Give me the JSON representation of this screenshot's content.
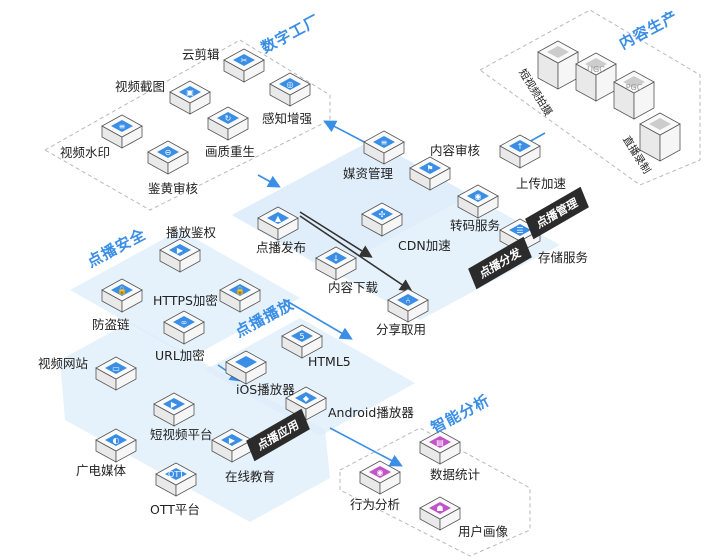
{
  "zones": {
    "digital_factory": "数字工厂",
    "content_production": "内容生产",
    "vod_security": "点播安全",
    "vod_playback": "点播播放",
    "smart_analytics": "智能分析"
  },
  "tags": {
    "vod_management": "点播管理",
    "vod_distribution": "点播分发",
    "vod_application": "点播应用"
  },
  "digital_factory": {
    "cloud_edit": "云剪辑",
    "video_screenshot": "视频截图",
    "perception_enhance": "感知增强",
    "video_watermark": "视频水印",
    "quality_rebirth": "画质重生",
    "porn_review": "鉴黄审核"
  },
  "content_production": {
    "short_video_shoot": "短视频拍摄",
    "ugc": "UGC",
    "pgc": "PGC",
    "live_recording": "直播录制"
  },
  "vod_management": {
    "media_management": "媒资管理",
    "content_review": "内容审核",
    "upload_accel": "上传加速",
    "transcode_service": "转码服务",
    "storage_service": "存储服务"
  },
  "vod_distribution": {
    "vod_publish": "点播发布",
    "cdn_accel": "CDN加速",
    "content_download": "内容下载",
    "share_fetch": "分享取用"
  },
  "vod_security": {
    "playback_auth": "播放鉴权",
    "https_encrypt": "HTTPS加密",
    "anti_leech": "防盗链",
    "url_encrypt": "URL加密"
  },
  "vod_playback": {
    "html5": "HTML5",
    "ios_player": "iOS播放器",
    "android_player": "Android播放器"
  },
  "vod_application": {
    "video_website": "视频网站",
    "short_video_platform": "短视频平台",
    "broadcast_media": "广电媒体",
    "online_education": "在线教育",
    "ott_platform": "OTT平台"
  },
  "smart_analytics": {
    "data_stats": "数据统计",
    "behavior_analysis": "行为分析",
    "user_profile": "用户画像"
  },
  "colors": {
    "accent": "#3a8ee6",
    "tile": "#3a8ee6",
    "tile_analytics": "#c054c8",
    "plate": "#dcedf9",
    "tag": "#2b2b2b"
  }
}
